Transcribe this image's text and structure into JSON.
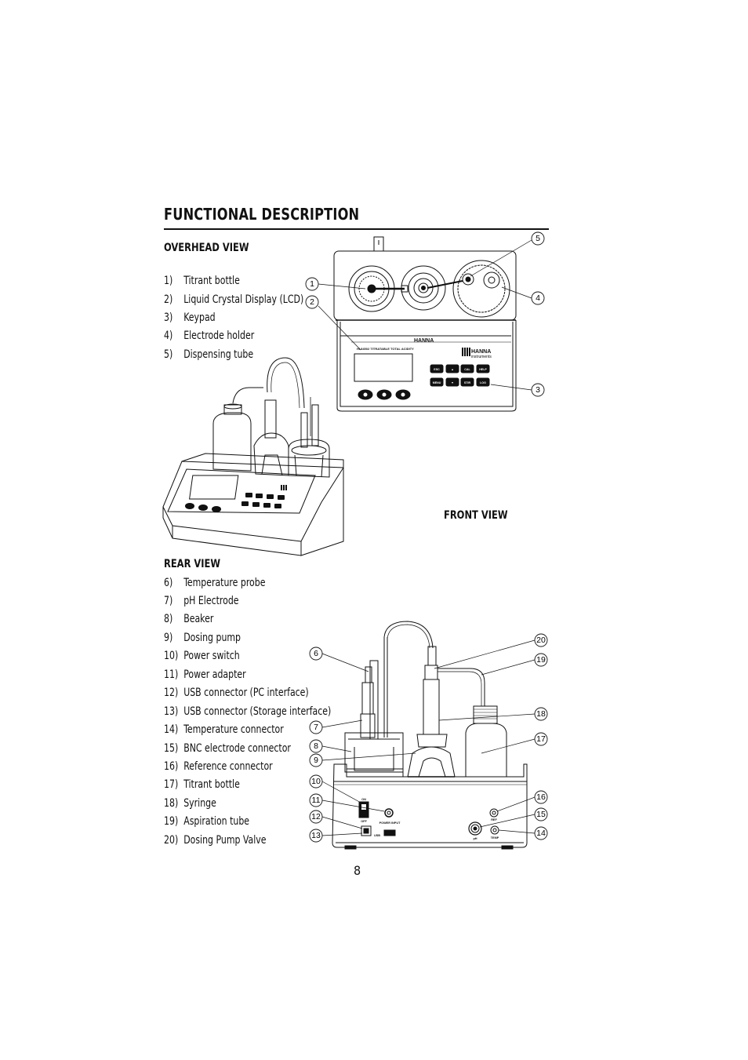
{
  "page": {
    "title": "FUNCTIONAL  DESCRIPTION",
    "page_number": "8"
  },
  "overhead": {
    "heading": "OVERHEAD VIEW",
    "items": [
      {
        "num": "1)",
        "label": "Titrant  bottle"
      },
      {
        "num": "2)",
        "label": "Liquid  Crystal  Display  (LCD)"
      },
      {
        "num": "3)",
        "label": "Keypad"
      },
      {
        "num": "4)",
        "label": "Electrode  holder"
      },
      {
        "num": "5)",
        "label": "Dispensing  tube"
      }
    ]
  },
  "front": {
    "heading": "FRONT VIEW"
  },
  "rear": {
    "heading": "REAR VIEW",
    "items": [
      {
        "num": "6)",
        "label": "Temperature  probe"
      },
      {
        "num": "7)",
        "label": "pH  Electrode"
      },
      {
        "num": "8)",
        "label": "Beaker"
      },
      {
        "num": "9)",
        "label": "Dosing  pump"
      },
      {
        "num": "10)",
        "label": "Power  switch"
      },
      {
        "num": "11)",
        "label": "Power  adapter"
      },
      {
        "num": "12)",
        "label": "USB  connector  (PC  interface)"
      },
      {
        "num": "13)",
        "label": "USB  connector  (Storage  interface)"
      },
      {
        "num": "14)",
        "label": "Temperature  connector"
      },
      {
        "num": "15)",
        "label": "BNC  electrode  connector"
      },
      {
        "num": "16)",
        "label": "Reference  connector"
      },
      {
        "num": "17)",
        "label": "Titrant  bottle"
      },
      {
        "num": "18)",
        "label": "Syringe"
      },
      {
        "num": "19)",
        "label": "Aspiration  tube"
      },
      {
        "num": "20)",
        "label": "Dosing  Pump  Valve"
      }
    ]
  },
  "overhead_figure": {
    "callouts": [
      "1",
      "2",
      "3",
      "4",
      "5"
    ],
    "brand": "HANNA",
    "model_text": "HI 84502 TITRATABLE TOTAL ACIDITY",
    "logo_text": "HANNA",
    "logo_sub": "instruments",
    "keys": [
      "ESC",
      "▲",
      "CAL",
      "HELP",
      "MENU",
      "▼",
      "STIR",
      "LOG"
    ]
  },
  "rear_figure": {
    "callouts": [
      "6",
      "7",
      "8",
      "9",
      "10",
      "11",
      "12",
      "13",
      "14",
      "15",
      "16",
      "17",
      "18",
      "19",
      "20"
    ],
    "port_labels": {
      "on": "ON",
      "off": "OFF",
      "power": "POWER INPUT",
      "usb": "USB",
      "ph": "pH",
      "ref": "REF",
      "temp": "TEMP"
    }
  }
}
